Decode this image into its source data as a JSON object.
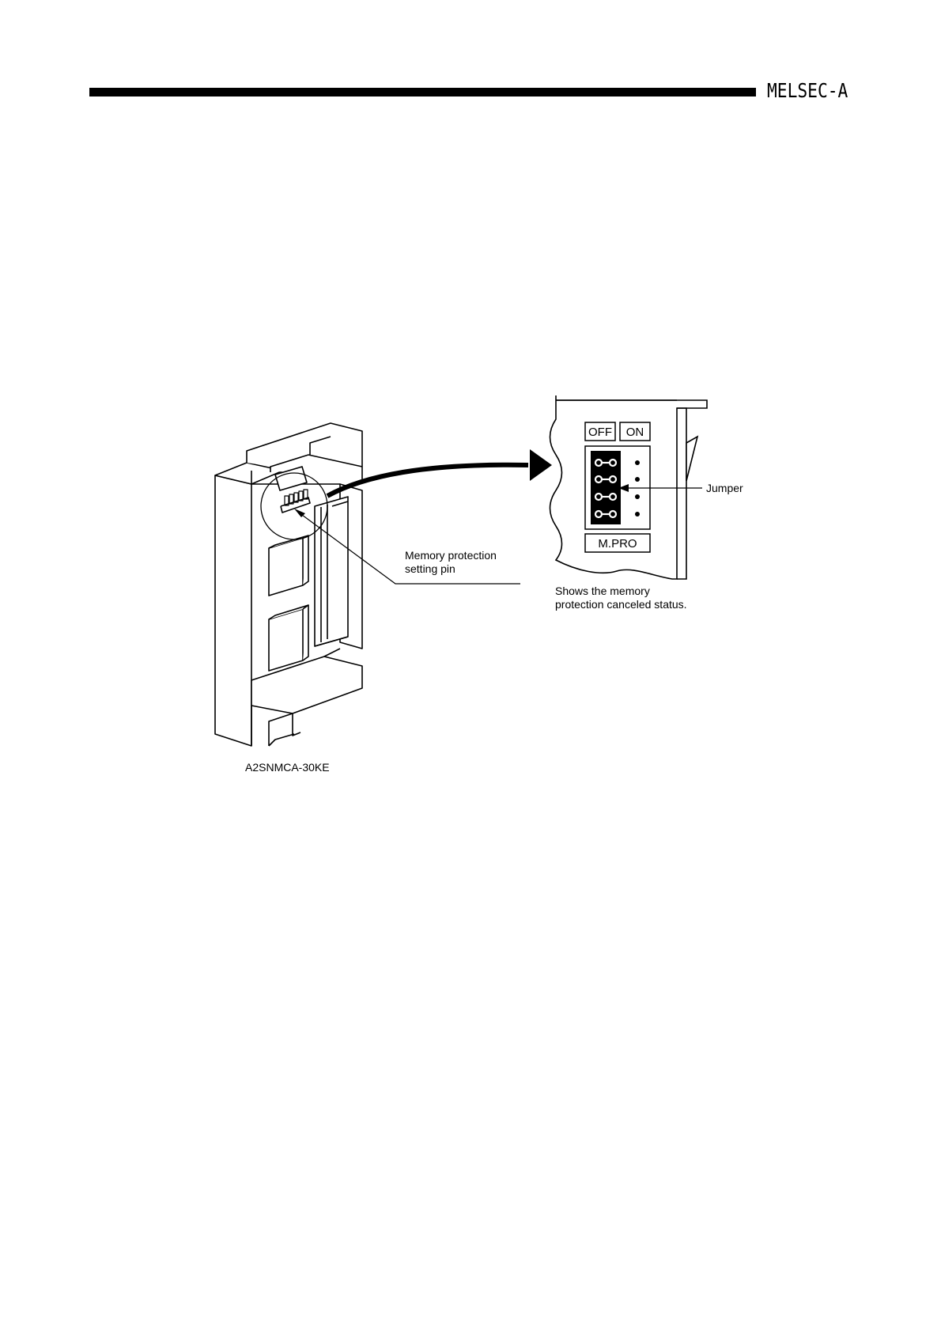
{
  "header": {
    "title": "MELSEC-A"
  },
  "figure": {
    "module_label": "A2SNMCA-30KE",
    "pin_label_line1": "Memory protection",
    "pin_label_line2": "setting pin",
    "off_label": "OFF",
    "on_label": "ON",
    "jumper_label": "Jumper",
    "mpro_label": "M.PRO",
    "caption_line1": "Shows the memory",
    "caption_line2": "protection canceled status."
  }
}
